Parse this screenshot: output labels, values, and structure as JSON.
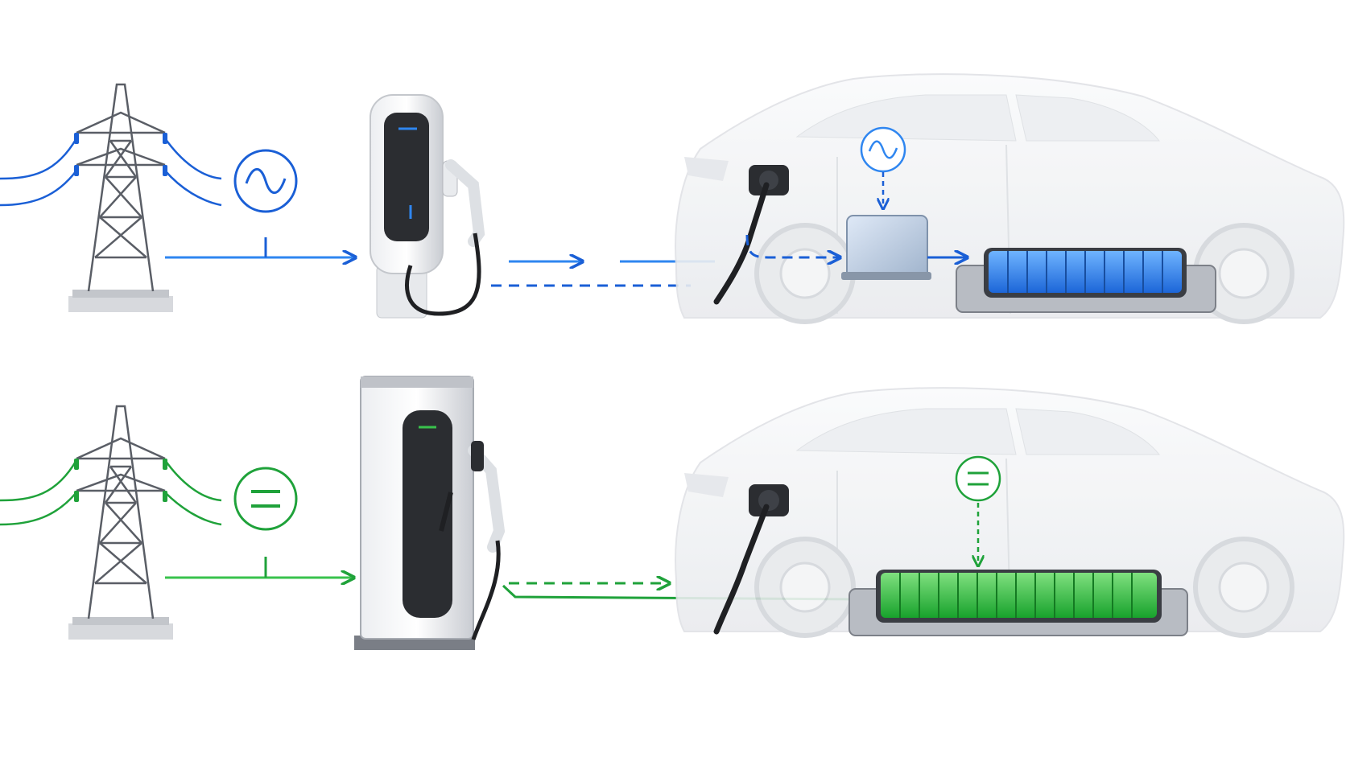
{
  "colors": {
    "ac": "#1a5fd6",
    "ac_light": "#2f86f0",
    "dc": "#1fa23a",
    "dc_light": "#39c24c",
    "car_body": "#f3f4f6",
    "car_outline": "#e2e4e8",
    "metal": "#c9ccd2",
    "screen": "#2b2d31",
    "cable": "#1f2023"
  },
  "rows": [
    {
      "id": "ac-row",
      "current_type": "AC",
      "symbol_icon": "sine-wave-icon",
      "charger_type": "wall-box",
      "onboard_converter": true,
      "color_key": "ac"
    },
    {
      "id": "dc-row",
      "current_type": "DC",
      "symbol_icon": "equals-icon",
      "charger_type": "pedestal",
      "onboard_converter": false,
      "color_key": "dc"
    }
  ]
}
